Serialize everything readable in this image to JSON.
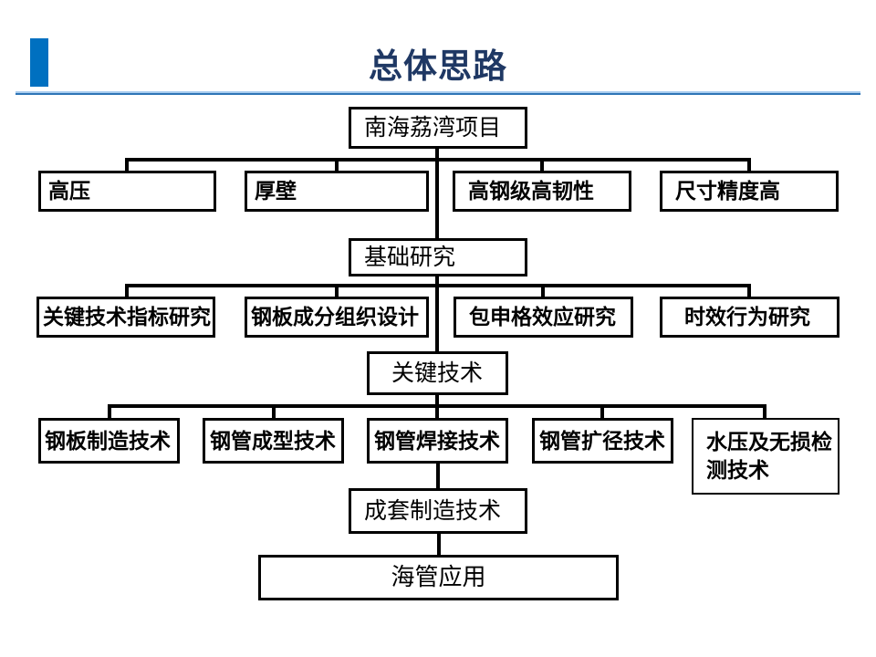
{
  "slide": {
    "title": "总体思路",
    "accent_color": "#0070C0",
    "title_color": "#1F3864"
  },
  "diagram": {
    "root": {
      "label": "南海荔湾项目"
    },
    "challenges": [
      {
        "label": "高压"
      },
      {
        "label": "厚壁"
      },
      {
        "label": "高钢级高韧性"
      },
      {
        "label": "尺寸精度高"
      }
    ],
    "basic_research": {
      "label": "基础研究"
    },
    "research_topics": [
      {
        "label": "关键技术指标研究"
      },
      {
        "label": "钢板成分组织设计"
      },
      {
        "label": "包申格效应研究"
      },
      {
        "label": "时效行为研究"
      }
    ],
    "key_technology": {
      "label": "关键技术"
    },
    "technologies": [
      {
        "label": "钢板制造技术"
      },
      {
        "label": "钢管成型技术"
      },
      {
        "label": "钢管焊接技术"
      },
      {
        "label": "钢管扩径技术"
      },
      {
        "label": "水压及无损检测技术"
      }
    ],
    "complete_manufacturing": {
      "label": "成套制造技术"
    },
    "application": {
      "label": "海管应用"
    }
  }
}
